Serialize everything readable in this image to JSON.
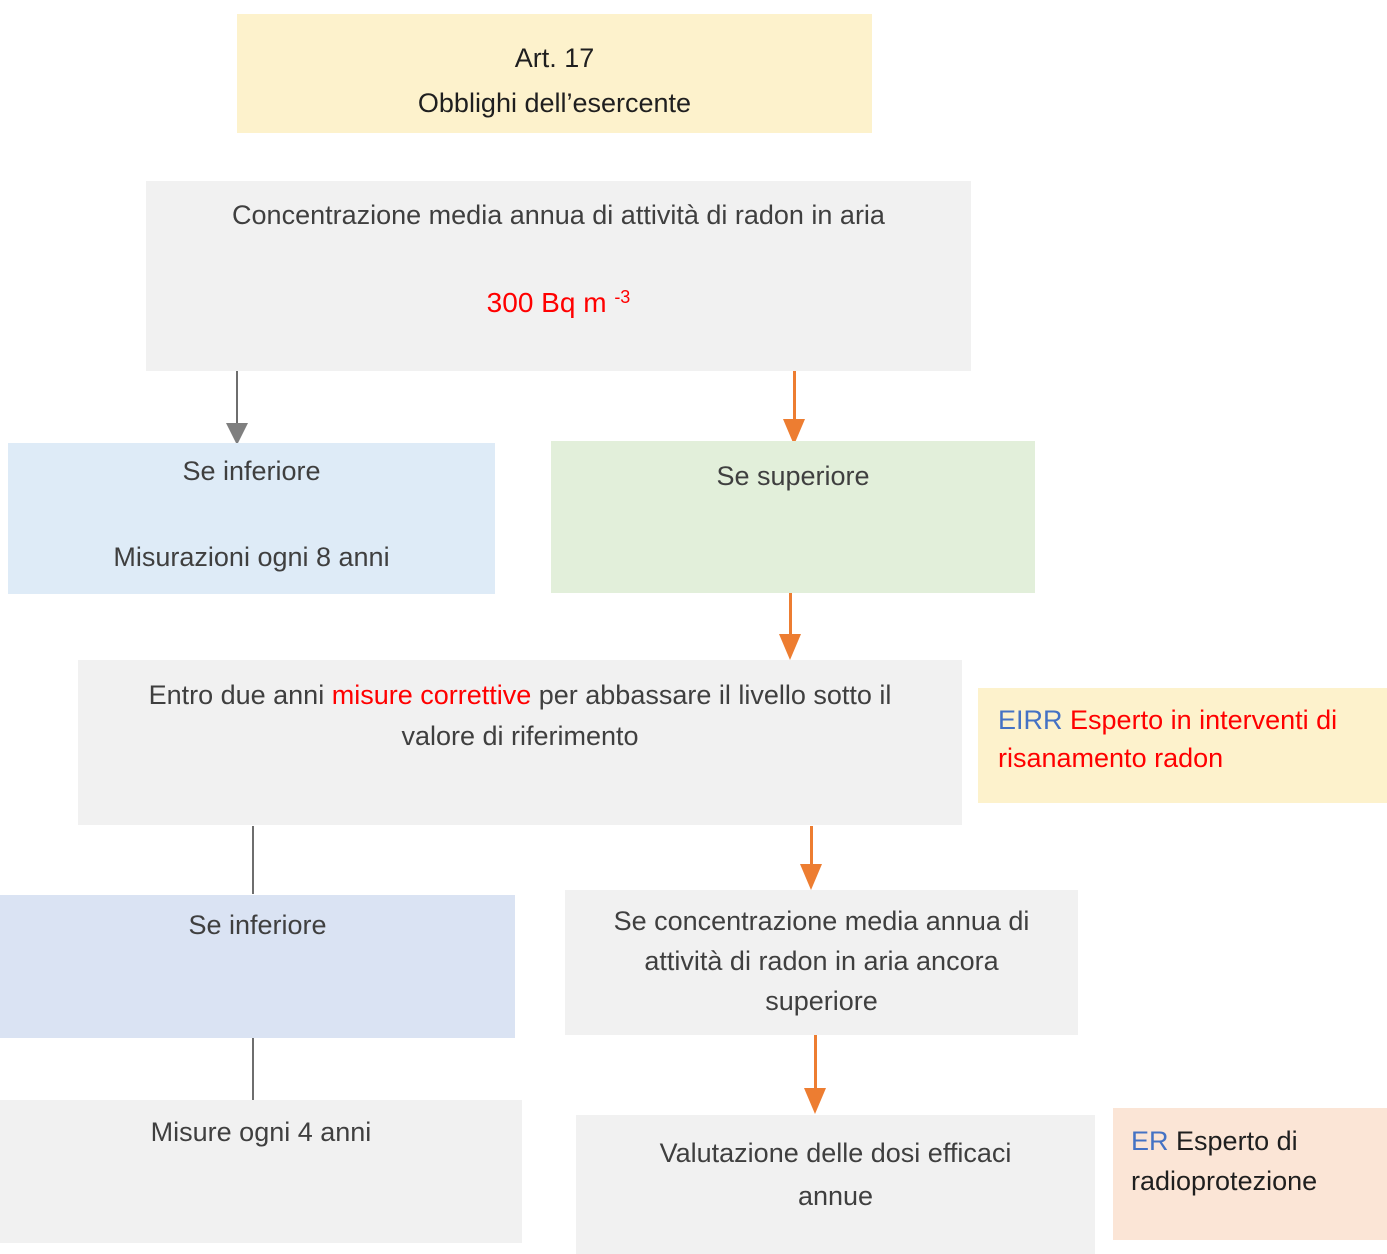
{
  "diagram": {
    "title": {
      "line1": "Art. 17",
      "line2": "Obblighi dell’esercente"
    },
    "concentration": {
      "line1": "Concentrazione media annua di attività di radon in aria",
      "value": "300 Bq m",
      "value_exp": "-3"
    },
    "if_lower_1": {
      "line1": "Se inferiore",
      "line2": "Misurazioni ogni 8 anni"
    },
    "if_higher": {
      "line1": "Se superiore"
    },
    "corrective": {
      "pre": "Entro due anni ",
      "red": "misure correttive",
      "post": " per abbassare il livello sotto il",
      "line2": "valore di riferimento"
    },
    "eirr_note": {
      "abbr": "EIRR",
      "line1": "Esperto in interventi di",
      "line2": "risanamento radon"
    },
    "if_lower_2": {
      "line1": "Se inferiore"
    },
    "still_higher": {
      "line1": "Se concentrazione media annua di",
      "line2": "attività di radon in aria ancora",
      "line3": "superiore"
    },
    "measures_4_years": {
      "line1": "Misure ogni 4 anni"
    },
    "dose_evaluation": {
      "line1": "Valutazione delle dosi efficaci",
      "line2": "annue"
    },
    "er_note": {
      "abbr": "ER",
      "line1": "Esperto di",
      "line2": "radioprotezione"
    }
  },
  "colors": {
    "accent_orange": "#ED7D31",
    "accent_blue": "#4472C4",
    "alert_red": "#FF0000",
    "arrow_gray": "#7F7F7F",
    "box_gray": "#F1F1F1",
    "box_yellow": "#FDF2CC",
    "box_light_blue": "#DEEBF7",
    "box_lavender_blue": "#DAE3F3",
    "box_green": "#E2EFDA",
    "box_peach": "#FBE5D6"
  }
}
